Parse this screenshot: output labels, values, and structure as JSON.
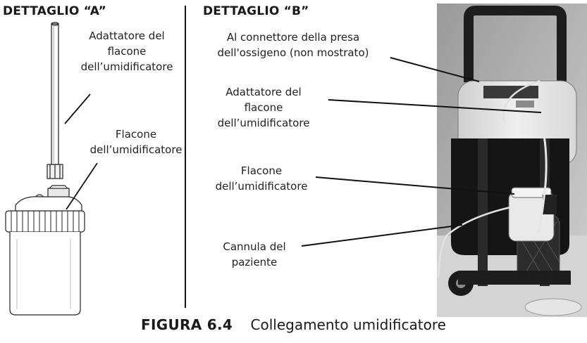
{
  "detail_a": {
    "heading": "DETTAGLIO “A”",
    "label_adapter": [
      "Adattatore del",
      "flacone",
      "dell’umidificatore"
    ],
    "label_bottle": [
      "Flacone",
      "dell’umidificatore"
    ]
  },
  "detail_b": {
    "heading": "DETTAGLIO “B”",
    "label_connector": [
      "Al connettore della presa",
      "dell'ossigeno (non mostrato)"
    ],
    "label_adapter": [
      "Adattatore del",
      "flacone",
      "dell’umidificatore"
    ],
    "label_bottle": [
      "Flacone",
      "dell’umidificatore"
    ],
    "label_cannula": [
      "Cannula del",
      "paziente"
    ]
  },
  "caption": {
    "figure_number": "FIGURA 6.4",
    "title": "Collegamento umidificatore"
  }
}
